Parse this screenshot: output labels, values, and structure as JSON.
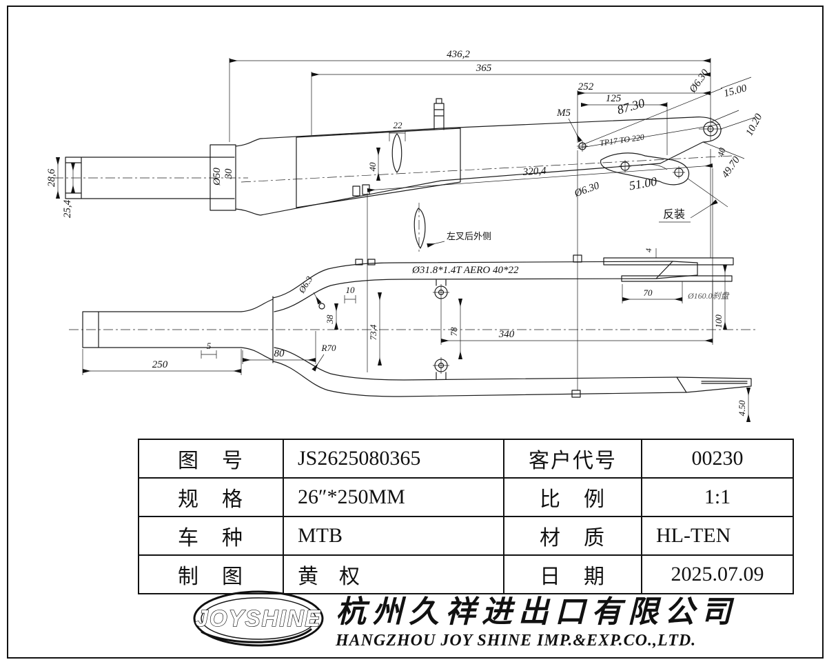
{
  "drawing": {
    "side_view": {
      "d436_2": "436,2",
      "d365": "365",
      "d252": "252",
      "d125": "125",
      "m5": "M5",
      "d87_30": "87.30",
      "dia6_30_top": "Ø6.30",
      "d15_00": "15.00",
      "d10_20": "10.20",
      "d40_right": "40",
      "d49_70": "49.70",
      "tp17": "TP17 TO 220",
      "d320_4": "320,4",
      "dia6_30_mid": "Ø6.30",
      "d51_00": "51.00",
      "reverse_note": "反装",
      "d22": "22",
      "d40_left": "40",
      "dia50": "Ø50",
      "d30": "30",
      "d28_6": "28,6",
      "d25_4": "25,4",
      "blade_note": "左叉后外侧"
    },
    "plan_view": {
      "aero_spec": "Ø31.8*1.4T AERO 40*22",
      "dia6_3": "Ø6.3",
      "d10": "10",
      "d38": "38",
      "d73_4": "73,4",
      "d78": "78",
      "r70": "R70",
      "d5": "5",
      "d80": "80",
      "d250": "250",
      "d340": "340",
      "d70": "70",
      "disc_note": "Ø160.0刹盘",
      "d100": "100",
      "d4": "4",
      "d4_50": "4.50"
    }
  },
  "title_block": {
    "rows": [
      {
        "label_left": "图　号",
        "value_left": "JS2625080365",
        "label_right": "客户代号",
        "value_right": "00230"
      },
      {
        "label_left": "规　格",
        "value_left": "26″*250MM",
        "label_right": "比　例",
        "value_right": "1:1"
      },
      {
        "label_left": "车　种",
        "value_left": "MTB",
        "label_right": "材　质",
        "value_right": "HL-TEN"
      },
      {
        "label_left": "制　图",
        "value_left": "黄　权",
        "label_right": "日　期",
        "value_right": "2025.07.09"
      }
    ]
  },
  "footer": {
    "logo_text": "JOYSHINE",
    "company_cn": "杭州久祥进出口有限公司",
    "company_en": "HANGZHOU JOY SHINE IMP.&EXP.CO.,LTD."
  }
}
